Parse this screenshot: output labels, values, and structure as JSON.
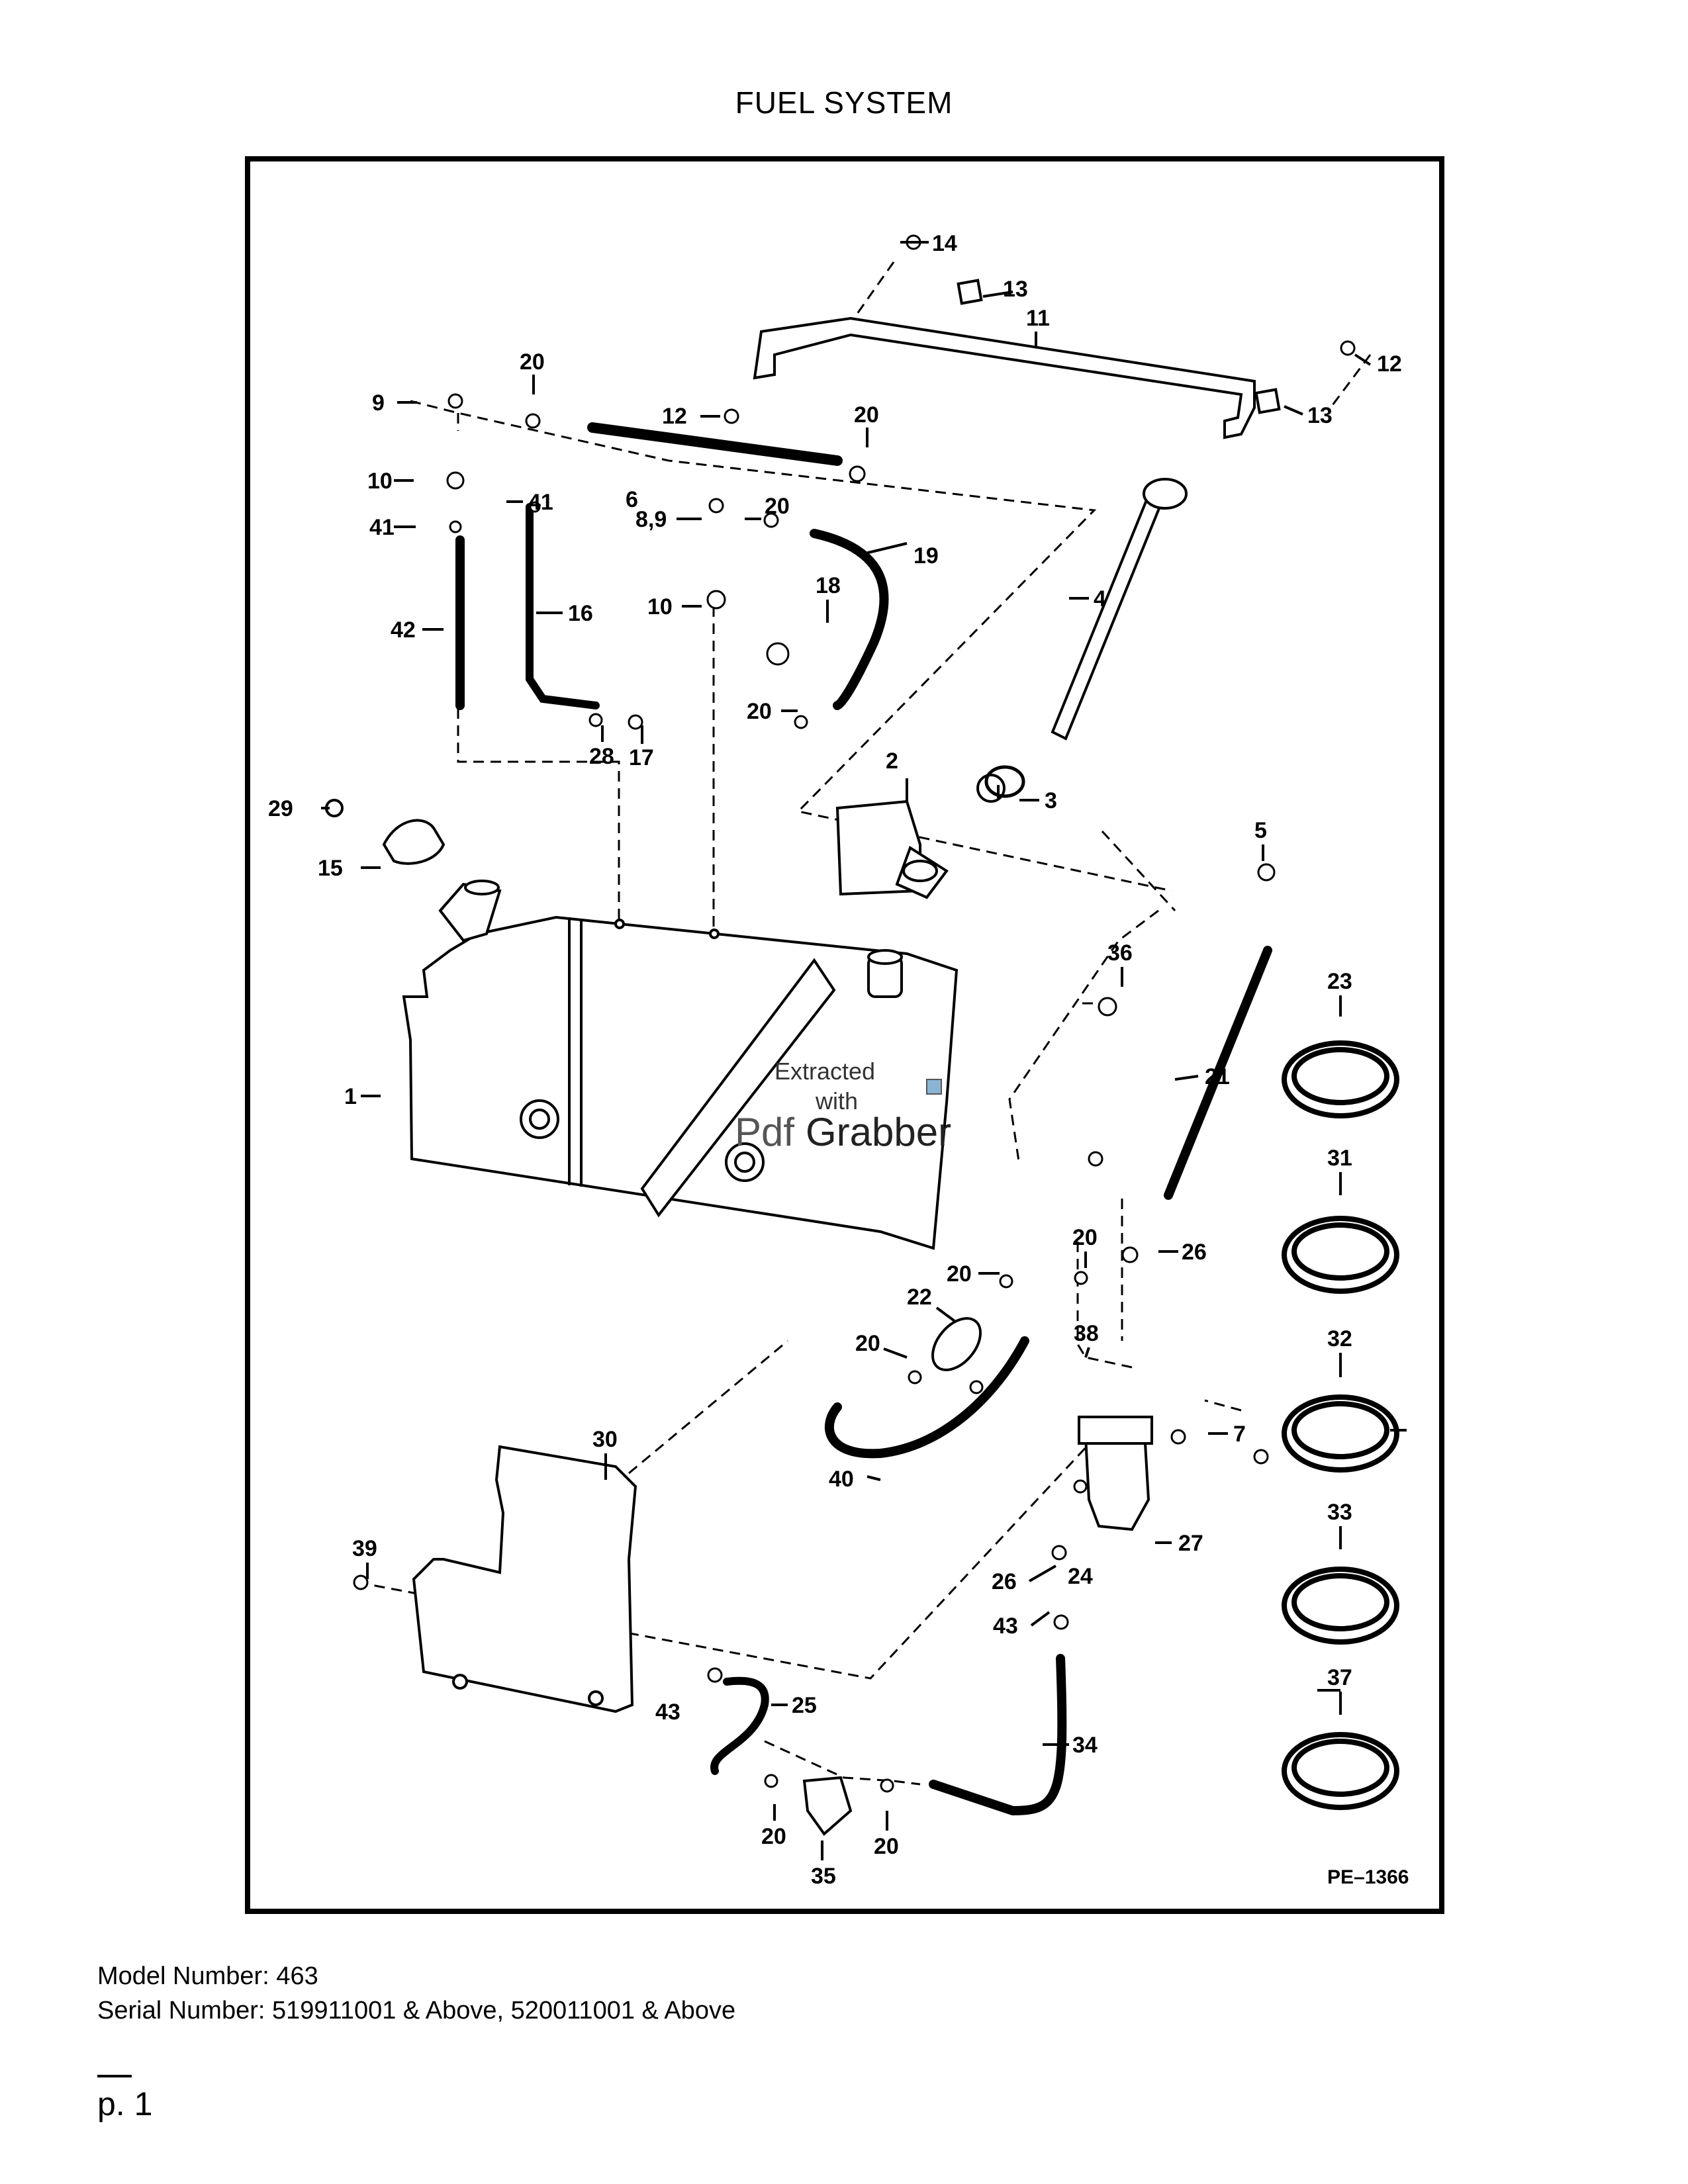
{
  "title": "FUEL SYSTEM",
  "diagram": {
    "code": "PE–1366",
    "watermark": {
      "line1": "Extracted",
      "line2": "with",
      "brand_a": "Pdf",
      "brand_b": "Grabber"
    },
    "callouts": {
      "c1": "1",
      "c2": "2",
      "c3": "3",
      "c4": "4",
      "c5": "5",
      "c6": "6",
      "c7": "7",
      "c89": "8,9",
      "c9": "9",
      "c10a": "10",
      "c10b": "10",
      "c11": "11",
      "c12a": "12",
      "c12b": "12",
      "c13a": "13",
      "c13b": "13",
      "c14": "14",
      "c15": "15",
      "c16": "16",
      "c17": "17",
      "c18": "18",
      "c19": "19",
      "c20a": "20",
      "c20b": "20",
      "c20c": "20",
      "c20d": "20",
      "c20e": "20",
      "c20f": "20",
      "c20g": "20",
      "c20h": "20",
      "c20i": "20",
      "c21": "21",
      "c22": "22",
      "c23": "23",
      "c24": "24",
      "c25": "25",
      "c26a": "26",
      "c26b": "26",
      "c27": "27",
      "c28": "28",
      "c29": "29",
      "c30": "30",
      "c31": "31",
      "c32": "32",
      "c33": "33",
      "c34": "34",
      "c35": "35",
      "c36": "36",
      "c37": "37",
      "c38": "38",
      "c39": "39",
      "c40": "40",
      "c41a": "41",
      "c41b": "41",
      "c42": "42",
      "c43a": "43",
      "c43b": "43"
    }
  },
  "footer": {
    "model": "Model Number: 463",
    "serial": "Serial Number: 519911001 & Above, 520011001 & Above",
    "page": "p. 1"
  }
}
